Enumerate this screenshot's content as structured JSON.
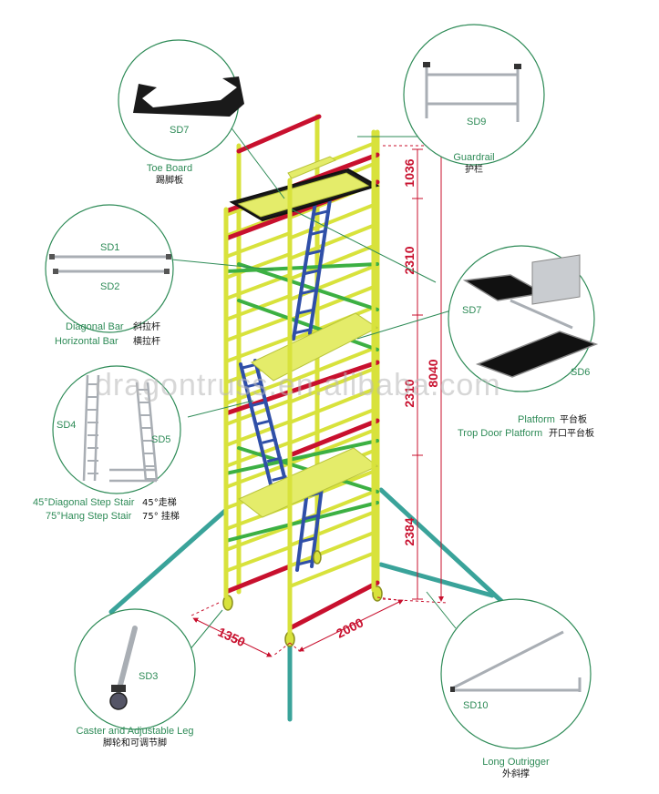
{
  "watermark": "dragontruss.en.alibaba.com",
  "colors": {
    "frame": "#d8e23c",
    "rail": "#c8102e",
    "brace": "#3cb043",
    "stair": "#2f4fa8",
    "outrigger": "#3aa39a",
    "platform": "#e4ec6a",
    "circle": "#2e8b57",
    "dimension": "#c8102e",
    "label": "#2e8b57"
  },
  "components": {
    "sd7_toe": {
      "code": "SD7",
      "en": "Toe Board",
      "zh": "踢脚板"
    },
    "sd9": {
      "code": "SD9",
      "en": "Guardrail",
      "zh": "护栏"
    },
    "bars": {
      "code1": "SD1",
      "code2": "SD2",
      "en1": "Diagonal Bar",
      "zh1": "斜拉杆",
      "en2": "Horizontal  Bar",
      "zh2": "横拉杆"
    },
    "platforms": {
      "code1": "SD7",
      "code2": "SD6",
      "en1": "Platform",
      "zh1": "平台板",
      "en2": "Trop Door Platform",
      "zh2": "开口平台板"
    },
    "stairs": {
      "code1": "SD4",
      "code2": "SD5",
      "en1": "45°Diagonal Step Stair",
      "zh1": "45°走梯",
      "en2": "75°Hang Step Stair",
      "zh2": "75°  挂梯"
    },
    "sd3": {
      "code": "SD3",
      "en": "Caster and Adjustable Leg",
      "zh": "脚轮和可调节脚"
    },
    "sd10": {
      "code": "SD10",
      "en": "Long Outrigger",
      "zh": "外斜撑"
    }
  },
  "dimensions": {
    "d1036": "1036",
    "d2310a": "2310",
    "d2310b": "2310",
    "d2384": "2384",
    "total": "8040",
    "width": "1350",
    "length": "2000"
  }
}
